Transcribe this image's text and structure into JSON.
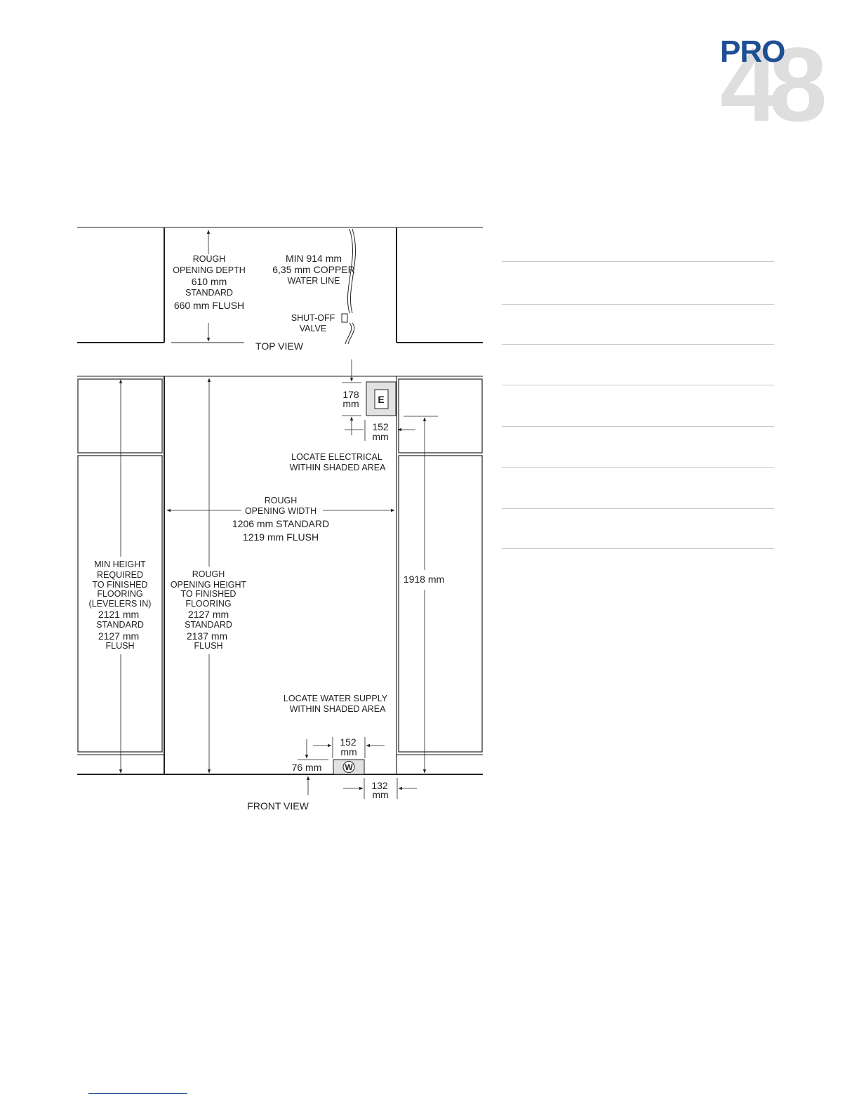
{
  "logo": {
    "text": "PRO",
    "number": "48"
  },
  "top_view": {
    "caption": "TOP VIEW",
    "rough_depth": [
      "ROUGH",
      "OPENING DEPTH",
      "610 mm",
      "STANDARD",
      "660 mm FLUSH"
    ],
    "water_line": [
      "MIN 914 mm",
      "6,35 mm COPPER",
      "WATER LINE"
    ],
    "shutoff": [
      "SHUT-OFF",
      "VALVE"
    ]
  },
  "front_view": {
    "caption": "FRONT VIEW",
    "elec_178": [
      "178",
      "mm"
    ],
    "elec_box": "E",
    "elec_152": [
      "152",
      "mm"
    ],
    "locate_electrical": [
      "LOCATE ELECTRICAL",
      "WITHIN SHADED AREA"
    ],
    "rough_width": [
      "ROUGH",
      "OPENING WIDTH",
      "1206 mm STANDARD",
      "1219 mm FLUSH"
    ],
    "min_height": [
      "MIN HEIGHT",
      "REQUIRED",
      "TO FINISHED",
      "FLOORING",
      "(LEVELERS IN)",
      "2121 mm",
      "STANDARD",
      "2127 mm",
      "FLUSH"
    ],
    "rough_height": [
      "ROUGH",
      "OPENING HEIGHT",
      "TO FINISHED",
      "FLOORING",
      "2127 mm",
      "STANDARD",
      "2137 mm",
      "FLUSH"
    ],
    "right_height": "1918 mm",
    "locate_water": [
      "LOCATE WATER SUPPLY",
      "WITHIN SHADED AREA"
    ],
    "water_152": [
      "152",
      "mm"
    ],
    "water_76": "76 mm",
    "water_box": "W",
    "water_132": [
      "132",
      "mm"
    ]
  }
}
